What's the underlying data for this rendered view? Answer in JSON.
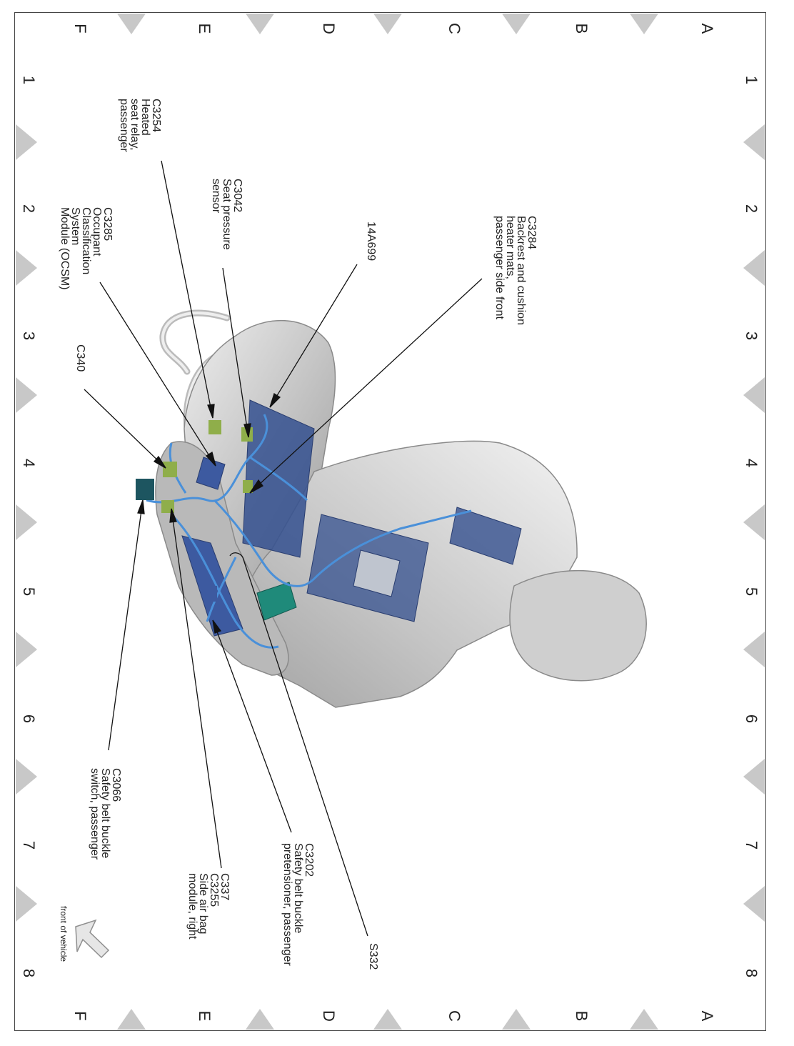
{
  "grid": {
    "rows": [
      "A",
      "B",
      "C",
      "D",
      "E",
      "F"
    ],
    "columns": [
      "1",
      "2",
      "3",
      "4",
      "5",
      "6",
      "7",
      "8"
    ]
  },
  "callouts": {
    "c3284": {
      "lines": [
        "C3284",
        "Backrest and cushion",
        "heater mats,",
        "passenger side front"
      ]
    },
    "a14a699": {
      "lines": [
        "14A699"
      ]
    },
    "c3042": {
      "lines": [
        "C3042",
        "Seat pressure",
        "sensor"
      ]
    },
    "c3254": {
      "lines": [
        "C3254",
        "Heated",
        "seat relay,",
        "passenger"
      ]
    },
    "c3285": {
      "lines": [
        "C3285",
        "Occupant",
        "Classification",
        "System",
        "Module (OCSM)"
      ]
    },
    "c340": {
      "lines": [
        "C340"
      ]
    },
    "s332": {
      "lines": [
        "S332"
      ]
    },
    "c3202": {
      "lines": [
        "C3202",
        "Safety belt buckle",
        "pretensioner, passenger"
      ]
    },
    "c337": {
      "lines": [
        "C337",
        "C3255",
        "Side air bag",
        "module, right"
      ]
    },
    "c3066": {
      "lines": [
        "C3066",
        "Safety belt buckle",
        "switch, passenger"
      ]
    }
  },
  "orientation": {
    "label": "front of vehicle",
    "icon": "arrow-icon"
  },
  "colors": {
    "seat": "#c9c9c9",
    "harness": "#4a90d9",
    "mat": "#34508f",
    "connector": "#8fae4a",
    "buckle": "#1f8a7a",
    "grid_marker": "#c8c8c8"
  }
}
